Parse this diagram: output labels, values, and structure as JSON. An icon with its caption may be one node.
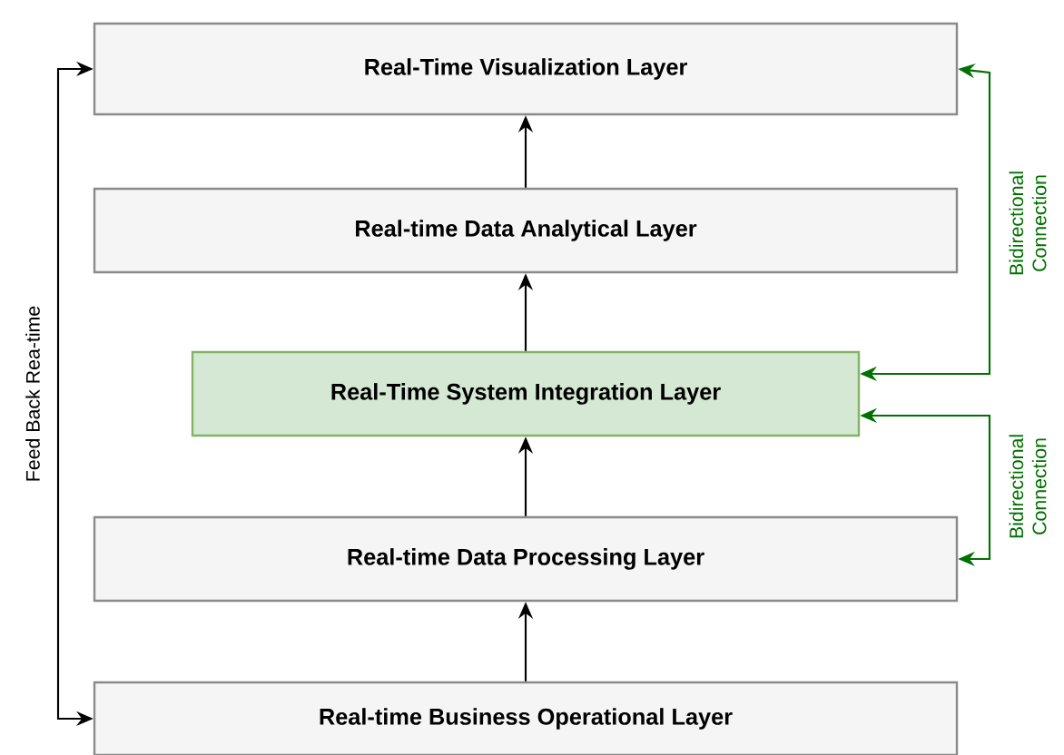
{
  "diagram": {
    "nodes": [
      {
        "text": [
          "Real-Time Visualization Layer"
        ]
      },
      {
        "text": [
          "Real-time Data Analytical Layer"
        ]
      },
      {
        "text": [
          "Real-Time System Integration Layer"
        ]
      },
      {
        "text": [
          "Real-time Data Processing Layer"
        ]
      },
      {
        "text": [
          "Real-time Business Operational Layer"
        ]
      }
    ],
    "edges": [
      {
        "from": 4,
        "to": 3,
        "arrow": "to"
      },
      {
        "from": 3,
        "to": 2,
        "arrow": "to"
      },
      {
        "from": 2,
        "to": 1,
        "arrow": "to"
      },
      {
        "from": 1,
        "to": 0,
        "arrow": "to"
      },
      {
        "from": 4,
        "to": 0,
        "arrow": "both",
        "label": "Feed Back Rea-time"
      },
      {
        "from": 2,
        "to": 0,
        "arrow": "both",
        "label": "Bidirectional Connection",
        "color": "#007000"
      },
      {
        "from": 2,
        "to": 3,
        "arrow": "both",
        "label": "Bidirectional Connection",
        "color": "#007000"
      }
    ]
  }
}
